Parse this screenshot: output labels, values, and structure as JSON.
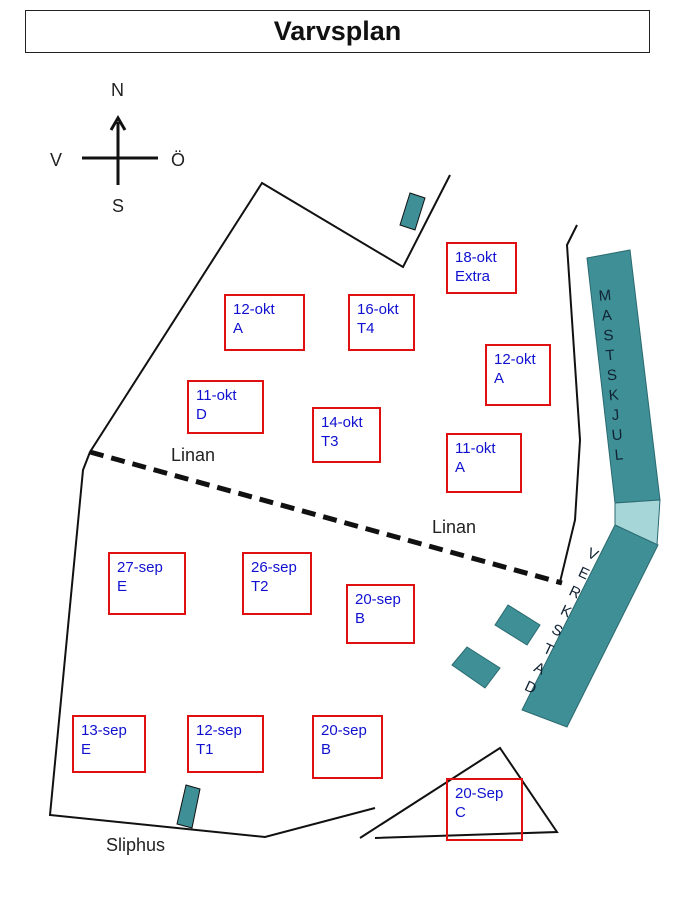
{
  "title": "Varvsplan",
  "compass": {
    "north": "N",
    "south": "S",
    "west": "V",
    "east": "Ö"
  },
  "labels": {
    "linan_left": "Linan",
    "linan_right": "Linan",
    "sliphus": "Sliphus",
    "mastskjul": "MASTSKJUL",
    "verkstad": "VERKSTAD"
  },
  "slots": [
    {
      "date": "18-okt",
      "group": "Extra"
    },
    {
      "date": "12-okt",
      "group": "A"
    },
    {
      "date": "16-okt",
      "group": "T4"
    },
    {
      "date": "12-okt",
      "group": "A"
    },
    {
      "date": "11-okt",
      "group": "D"
    },
    {
      "date": "14-okt",
      "group": "T3"
    },
    {
      "date": "11-okt",
      "group": "A"
    },
    {
      "date": "27-sep",
      "group": "E"
    },
    {
      "date": "26-sep",
      "group": "T2"
    },
    {
      "date": "20-sep",
      "group": "B"
    },
    {
      "date": "13-sep",
      "group": "E"
    },
    {
      "date": "12-sep",
      "group": "T1"
    },
    {
      "date": "20-sep",
      "group": "B"
    },
    {
      "date": "20-Sep",
      "group": "C"
    }
  ],
  "colors": {
    "building": "#3e8f96",
    "slot_border": "#e01010",
    "slot_text": "#1010d0"
  }
}
